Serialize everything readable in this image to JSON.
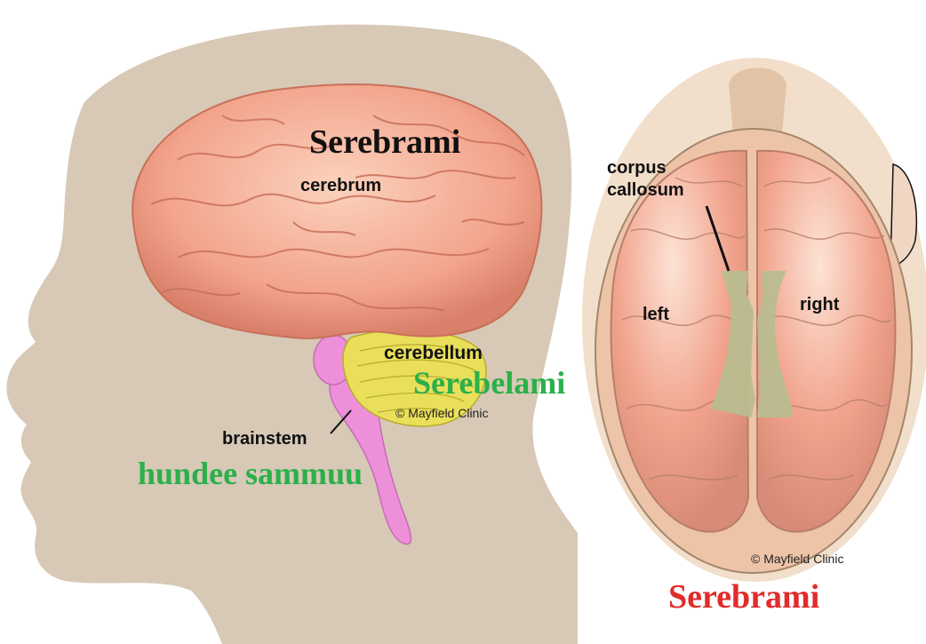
{
  "left_panel": {
    "title_serebrami": "Serebrami",
    "label_cerebrum": "cerebrum",
    "label_cerebellum": "cerebellum",
    "title_serebelami": "Serebelami",
    "label_brainstem": "brainstem",
    "title_hundee_sammuu": "hundee sammuu",
    "credit": "© Mayfield Clinic"
  },
  "right_panel": {
    "label_corpus_line1": "corpus",
    "label_corpus_line2": "callosum",
    "label_left": "left",
    "label_right": "right",
    "credit": "© Mayfield Clinic",
    "title_serebrami": "Serebrami"
  },
  "colors": {
    "head_silhouette": "#d7c9b6",
    "brain_pink": "#f3a48c",
    "brain_light": "#f9c6b0",
    "cerebellum_yellow": "#e9df5a",
    "brainstem_pink": "#ee8fd9",
    "corpus_callosum": "#b8bd8f",
    "green_text": "#2bb04a",
    "red_text": "#e22b2b"
  }
}
